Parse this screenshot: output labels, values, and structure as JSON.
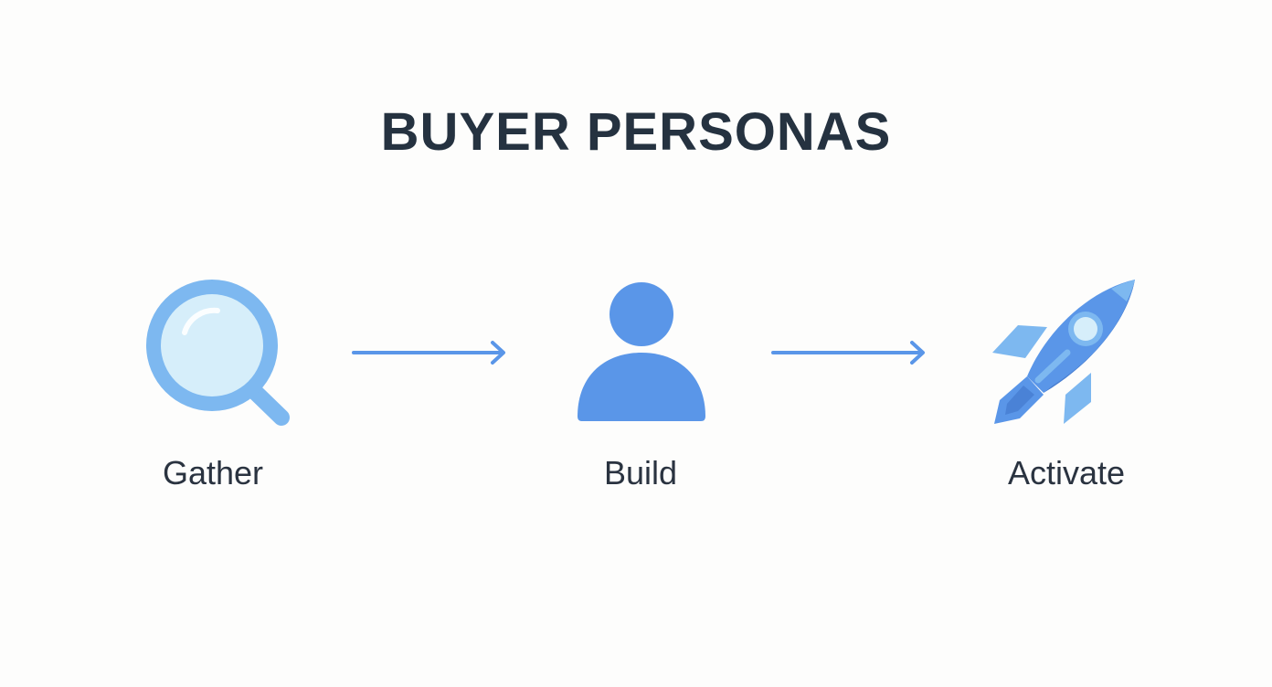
{
  "title": "BUYER PERSONAS",
  "steps": [
    {
      "label": "Gather",
      "icon": "magnifying-glass-icon"
    },
    {
      "label": "Build",
      "icon": "person-icon"
    },
    {
      "label": "Activate",
      "icon": "rocket-icon"
    }
  ],
  "colors": {
    "accent": "#5a96e8",
    "light_accent": "#7db8f0",
    "pale_accent": "#d6eefa",
    "text": "#253240",
    "background": "#fdfdfc"
  }
}
